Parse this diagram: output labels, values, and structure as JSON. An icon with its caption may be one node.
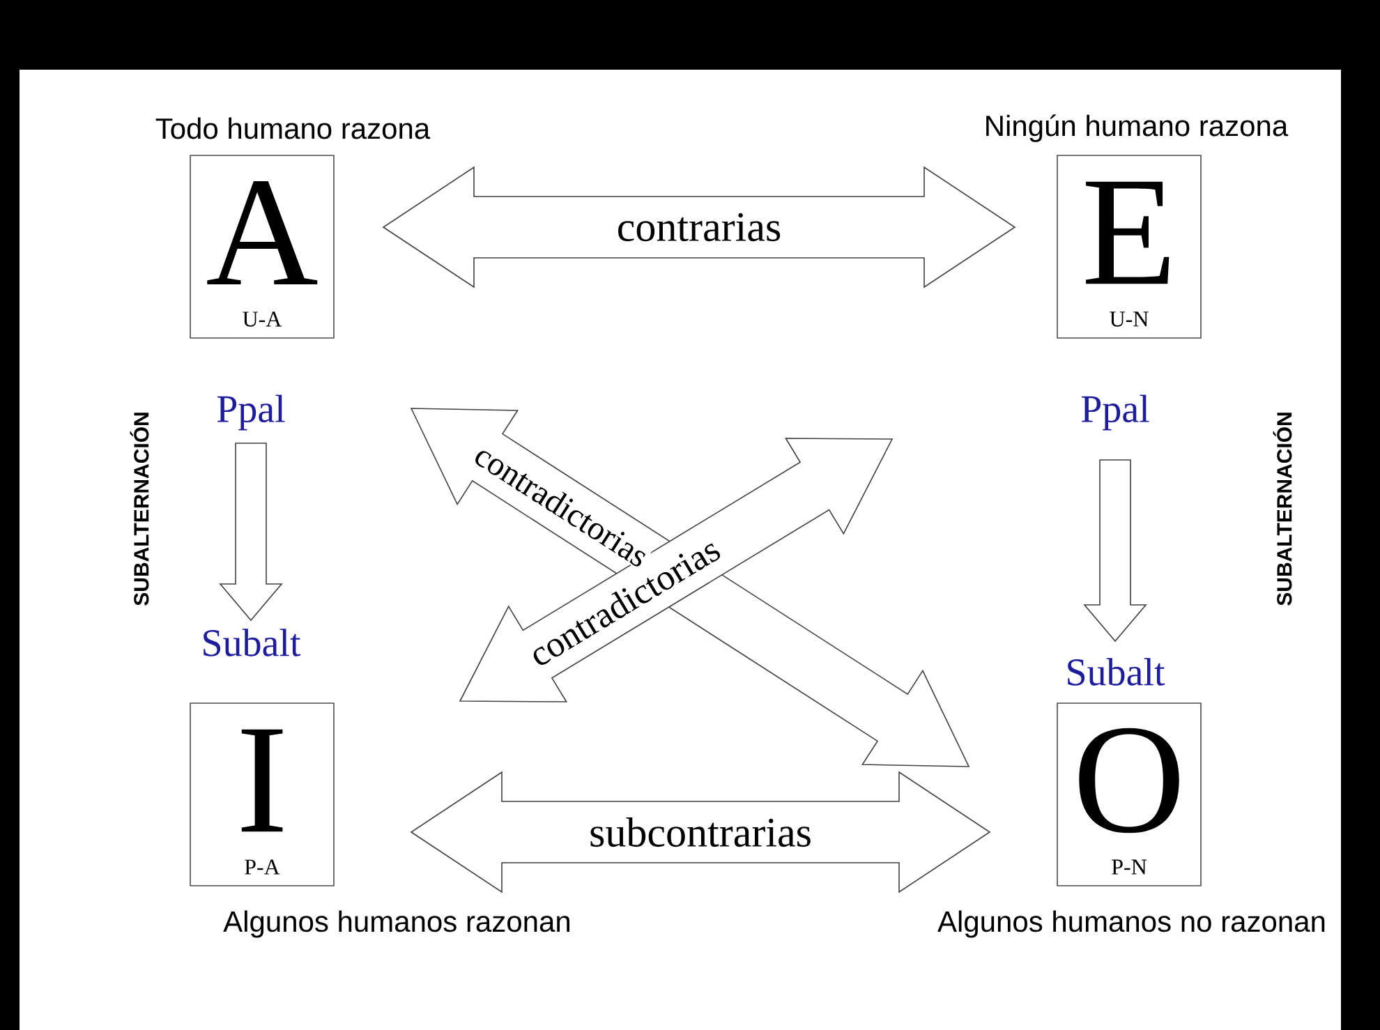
{
  "diagram": {
    "nodes": [
      {
        "text": [
          "A",
          "U-A"
        ],
        "beside": [
          "Todo humano razona"
        ]
      },
      {
        "text": [
          "E",
          "U-N"
        ],
        "beside": [
          "Ningún humano razona"
        ]
      },
      {
        "text": [
          "Ppal"
        ]
      },
      {
        "text": [
          "Ppal"
        ]
      },
      {
        "text": [
          "Subalt"
        ]
      },
      {
        "text": [
          "Subalt"
        ]
      },
      {
        "text": [
          "I",
          "P-A"
        ],
        "beside": [
          "Algunos humanos razonan"
        ]
      },
      {
        "text": [
          "O",
          "P-N"
        ],
        "beside": [
          "Algunos humanos no razonan"
        ]
      }
    ],
    "edges": [
      {
        "from": 0,
        "to": 1,
        "arrow": "both",
        "label": "contrarias"
      },
      {
        "from": 0,
        "to": 7,
        "arrow": "both",
        "label": "contradictorias"
      },
      {
        "from": 1,
        "to": 6,
        "arrow": "both",
        "label": "contradictorias"
      },
      {
        "from": 2,
        "to": 4,
        "arrow": "to"
      },
      {
        "from": 3,
        "to": 5,
        "arrow": "to"
      },
      {
        "from": 6,
        "to": 7,
        "arrow": "both",
        "label": "subcontrarias"
      }
    ],
    "labels": [
      "SUBALTERNACIÓN",
      "SUBALTERNACIÓN"
    ]
  }
}
